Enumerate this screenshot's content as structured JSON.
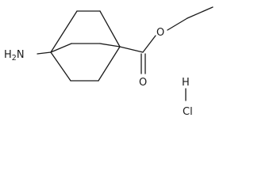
{
  "molecule": {
    "atoms": {
      "amine": {
        "element": "H",
        "count": "2",
        "bonded": "N"
      },
      "ester_oxygen": "O",
      "carbonyl_oxygen": "O",
      "salt_h": "H",
      "salt_cl": "Cl"
    },
    "bond_color": "#1a1a1a"
  }
}
